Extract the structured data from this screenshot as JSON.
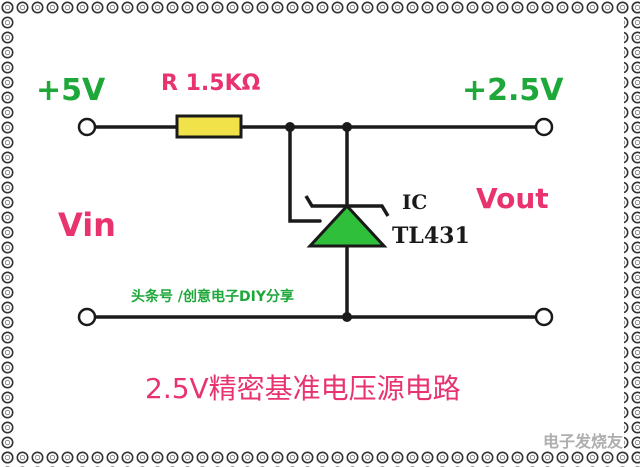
{
  "labels": {
    "vin_plus": "+5V",
    "resistor": "R 1.5KΩ",
    "vout_plus": "+2.5V",
    "ic_label": "IC",
    "ic_part": "TL431",
    "vin": "Vin",
    "vout": "Vout",
    "source_credit": "头条号 /创意电子DIY分享",
    "title": "2.5V精密基准电压源电路",
    "watermark": "电子发烧友"
  },
  "colors": {
    "accent_green": "#1fa83a",
    "label_pink": "#e8336f",
    "resistor_fill": "#f2e24a",
    "zener_fill": "#2fbf3a",
    "wire": "#1a1a1a",
    "border_ring": "#444444"
  }
}
